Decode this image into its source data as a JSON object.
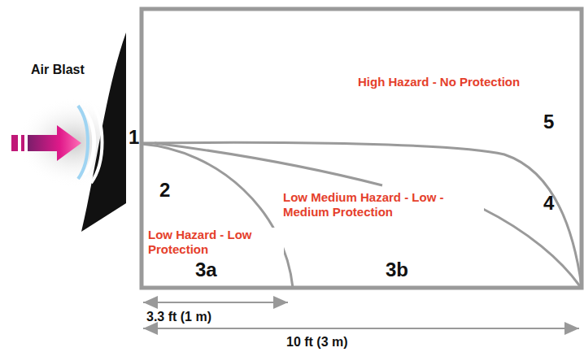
{
  "diagram": {
    "labels": [
      "Air Blast",
      "1",
      "High Hazard - No Protection",
      "5",
      "2",
      "Low Medium Hazard - Low - Medium Protection",
      "4",
      "Low Hazard - Low Protection",
      "3a",
      "3b",
      "3.3 ft (1 m)",
      "10 ft (3 m)"
    ]
  }
}
